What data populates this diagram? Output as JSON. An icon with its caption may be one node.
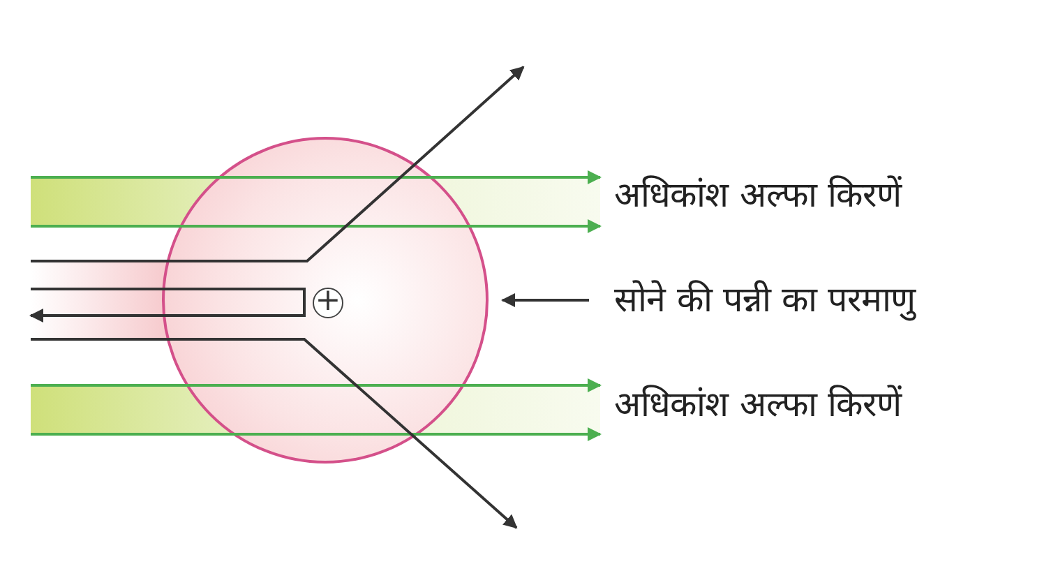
{
  "diagram": {
    "nodes": [
      {
        "text": [],
        "shape": "circle"
      },
      {
        "text": [
          "+"
        ],
        "in": 0
      },
      {
        "text": [
          "सोने की पन्नी का परमाणु"
        ]
      }
    ],
    "edges": [
      {
        "from": 2,
        "to": 0,
        "arrow": "to"
      }
    ],
    "labels": [
      "अधिकांश अल्फा किरणें",
      "अधिकांश अल्फा किरणें"
    ]
  }
}
